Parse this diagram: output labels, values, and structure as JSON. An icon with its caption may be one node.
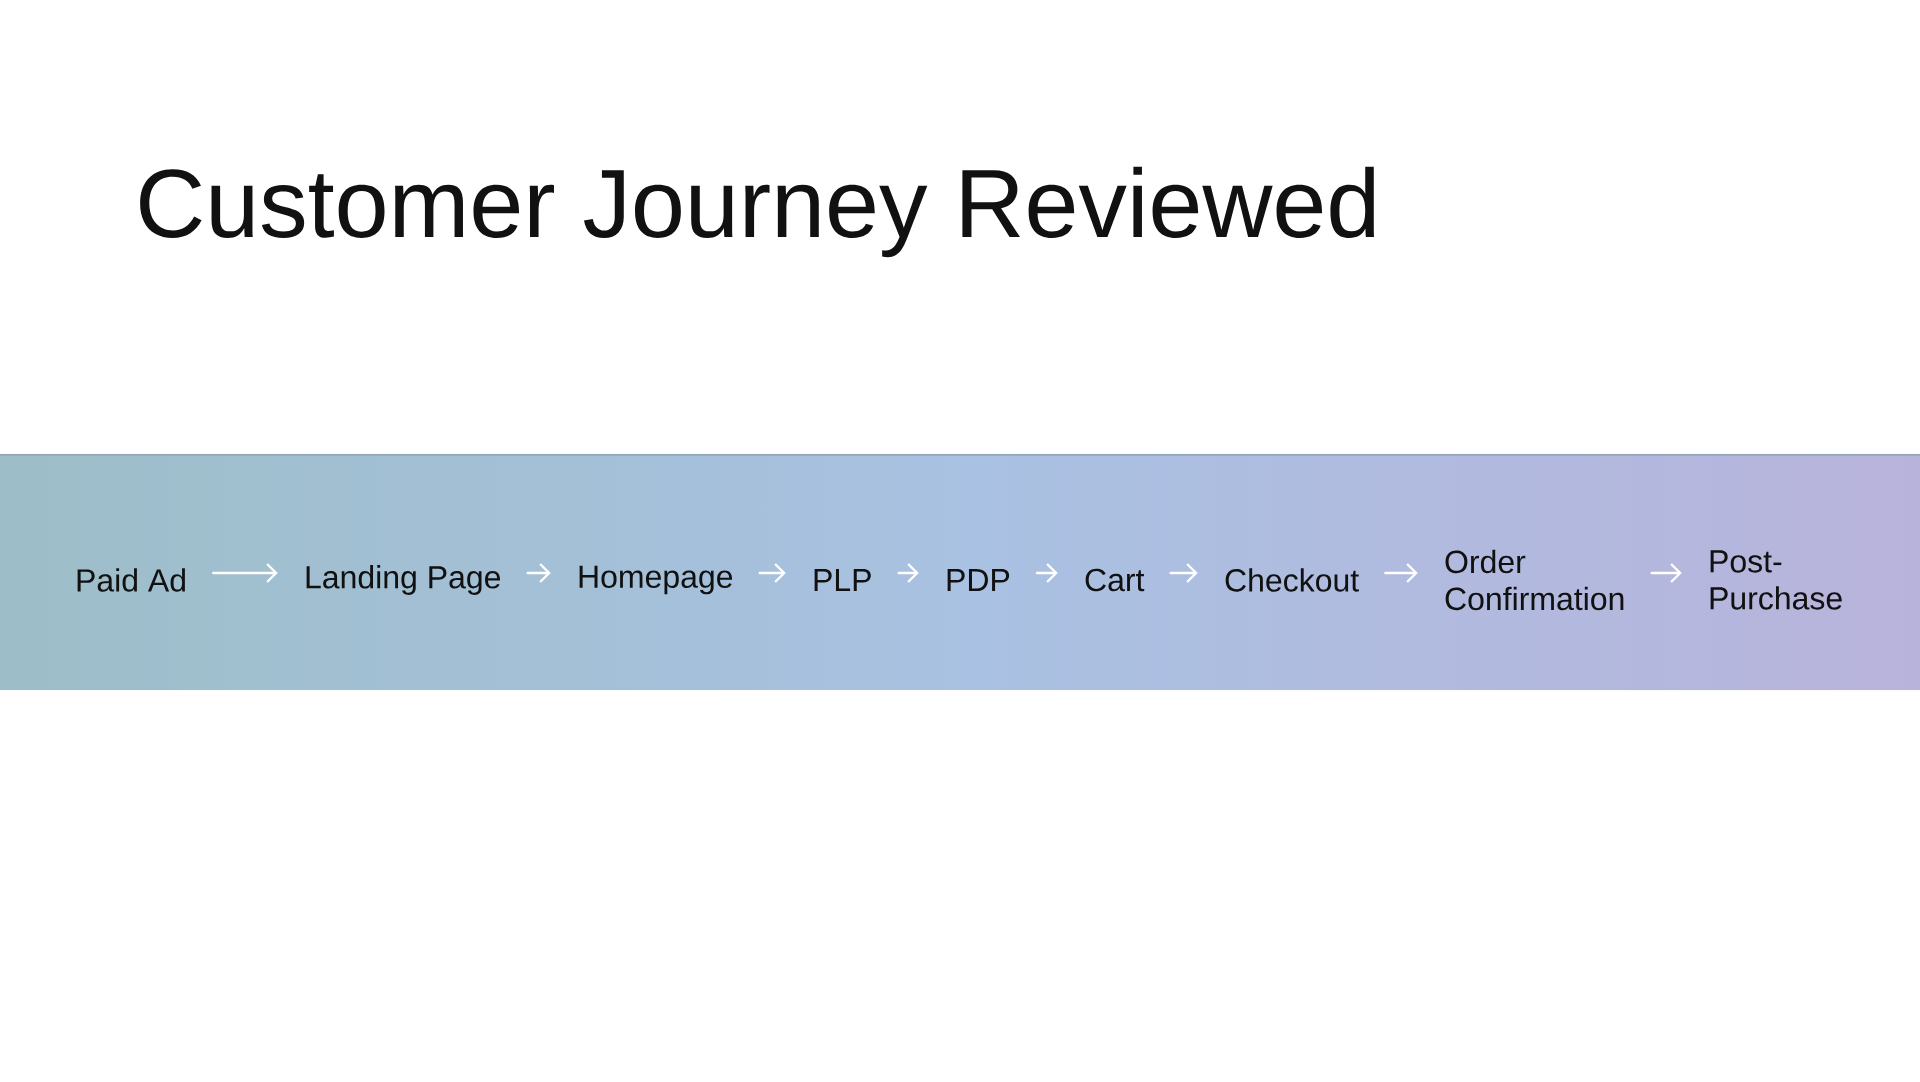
{
  "diagram": {
    "title": "Customer Journey Reviewed",
    "nodes": [
      {
        "text": [],
        "shape": "bar"
      },
      {
        "text": [
          "Paid Ad"
        ],
        "in": 0
      },
      {
        "text": [
          "Landing Page"
        ],
        "in": 0
      },
      {
        "text": [
          "Homepage"
        ],
        "in": 0
      },
      {
        "text": [
          "PLP"
        ],
        "in": 0
      },
      {
        "text": [
          "PDP"
        ],
        "in": 0
      },
      {
        "text": [
          "Cart"
        ],
        "in": 0
      },
      {
        "text": [
          "Checkout"
        ],
        "in": 0
      },
      {
        "text": [
          "Order Confirmation"
        ],
        "in": 0
      },
      {
        "text": [
          "Post-Purchase"
        ],
        "in": 0
      }
    ],
    "edges": [
      {
        "from": 1,
        "to": 2,
        "arrow": "to"
      },
      {
        "from": 2,
        "to": 3,
        "arrow": "to"
      },
      {
        "from": 3,
        "to": 4,
        "arrow": "to"
      },
      {
        "from": 4,
        "to": 5,
        "arrow": "to"
      },
      {
        "from": 5,
        "to": 6,
        "arrow": "to"
      },
      {
        "from": 6,
        "to": 7,
        "arrow": "to"
      },
      {
        "from": 7,
        "to": 8,
        "arrow": "to"
      },
      {
        "from": 8,
        "to": 9,
        "arrow": "to"
      }
    ]
  }
}
